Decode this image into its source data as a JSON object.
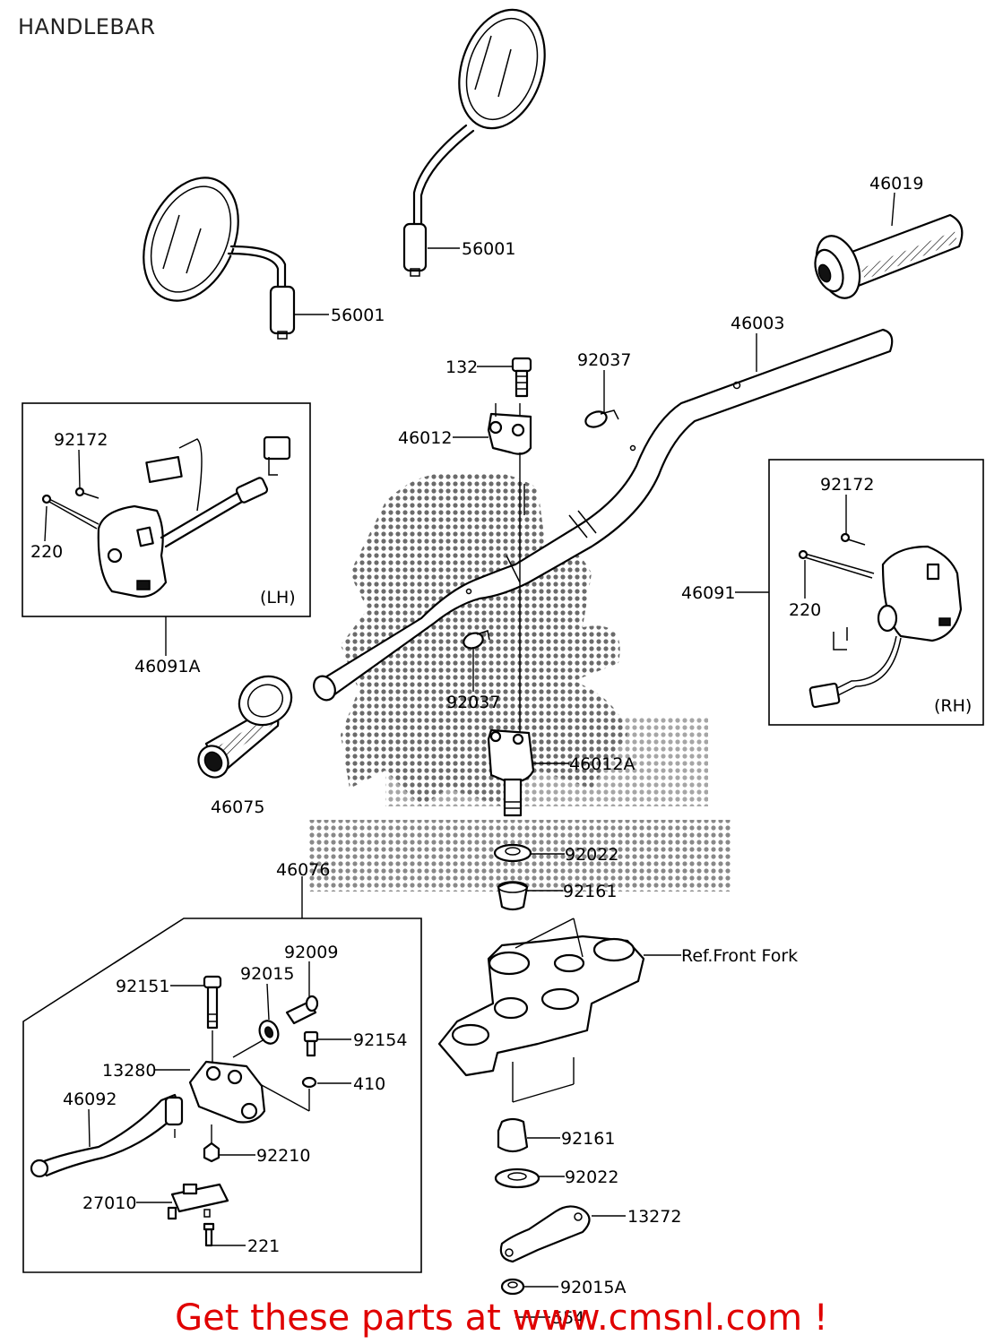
{
  "page": {
    "title": "HANDLEBAR",
    "footer": "Get these parts at www.cmsnl.com !"
  },
  "callouts": {
    "mirror_right": "56001",
    "mirror_left": "56001",
    "grip_right": "46019",
    "handlebar": "46003",
    "bolt_132": "132",
    "clip_upper": "92037",
    "holder_upper": "46012",
    "lh_screw_small": "92172",
    "lh_screw_long": "220",
    "lh_label": "(LH)",
    "lh_switch": "46091A",
    "rh_screw_small": "92172",
    "rh_screw_long": "220",
    "rh_switch": "46091",
    "rh_label": "(RH)",
    "clip_lower": "92037",
    "grip_left": "46075",
    "holder_lower": "46012A",
    "washer_upper": "92022",
    "damper_upper": "92161",
    "lever_assy": "46076",
    "ref_front_fork": "Ref.Front  Fork",
    "bolt_92009": "92009",
    "bolt_92151": "92151",
    "nut_92015": "92015",
    "screw_92154": "92154",
    "bracket_13280": "13280",
    "washer_410": "410",
    "lever_46092": "46092",
    "nut_92210": "92210",
    "switch_27010": "27010",
    "screw_221": "221",
    "damper_lower": "92161",
    "washer_lower": "92022",
    "plate_13272": "13272",
    "nut_92015A": "92015A",
    "pin_554": "554"
  }
}
